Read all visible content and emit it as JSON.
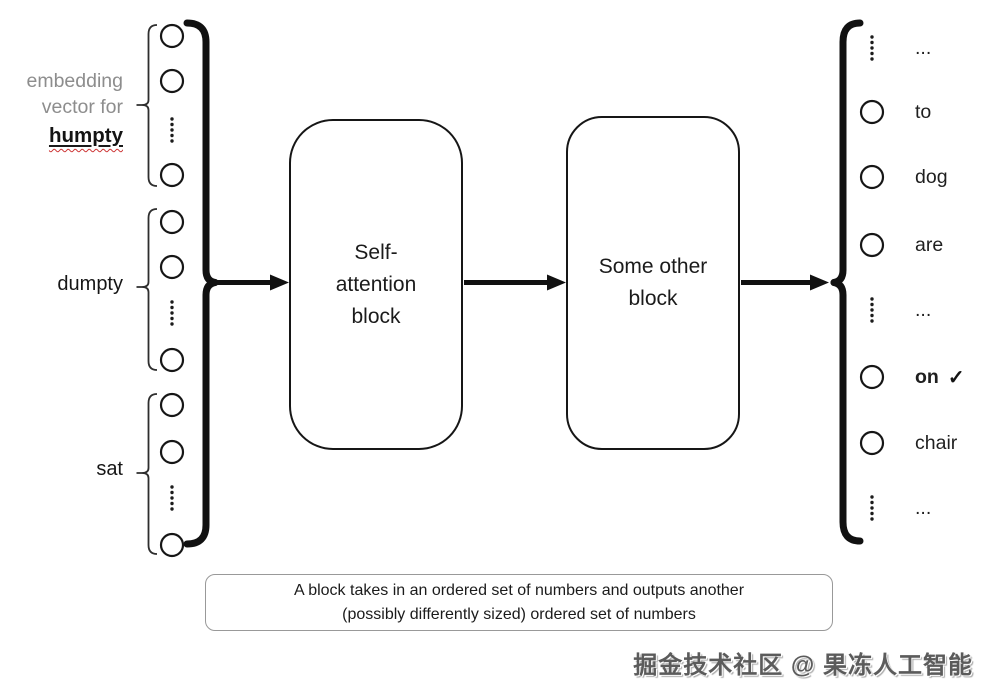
{
  "diagram": {
    "inputs": {
      "groups": [
        {
          "prefix": "embedding\nvector for",
          "word": "humpty"
        },
        {
          "word": "dumpty"
        },
        {
          "word": "sat"
        }
      ]
    },
    "blocks": {
      "self_attention": "Self-\nattention\nblock",
      "some_other": "Some other\nblock"
    },
    "outputs": {
      "rows": [
        {
          "label": "..."
        },
        {
          "label": "to"
        },
        {
          "label": "dog"
        },
        {
          "label": "are"
        },
        {
          "label": "..."
        },
        {
          "label": "on",
          "check": "✓"
        },
        {
          "label": "chair"
        },
        {
          "label": "..."
        }
      ]
    },
    "caption": "A block takes in an ordered set of numbers and outputs another\n(possibly differently sized) ordered set of numbers",
    "watermark": "掘金技术社区 @ 果冻人工智能",
    "colors": {
      "ink": "#161616",
      "muted_label": "#8d8d8d",
      "spellcheck_squiggle": "#cc3333",
      "caption_border": "#999999"
    }
  }
}
